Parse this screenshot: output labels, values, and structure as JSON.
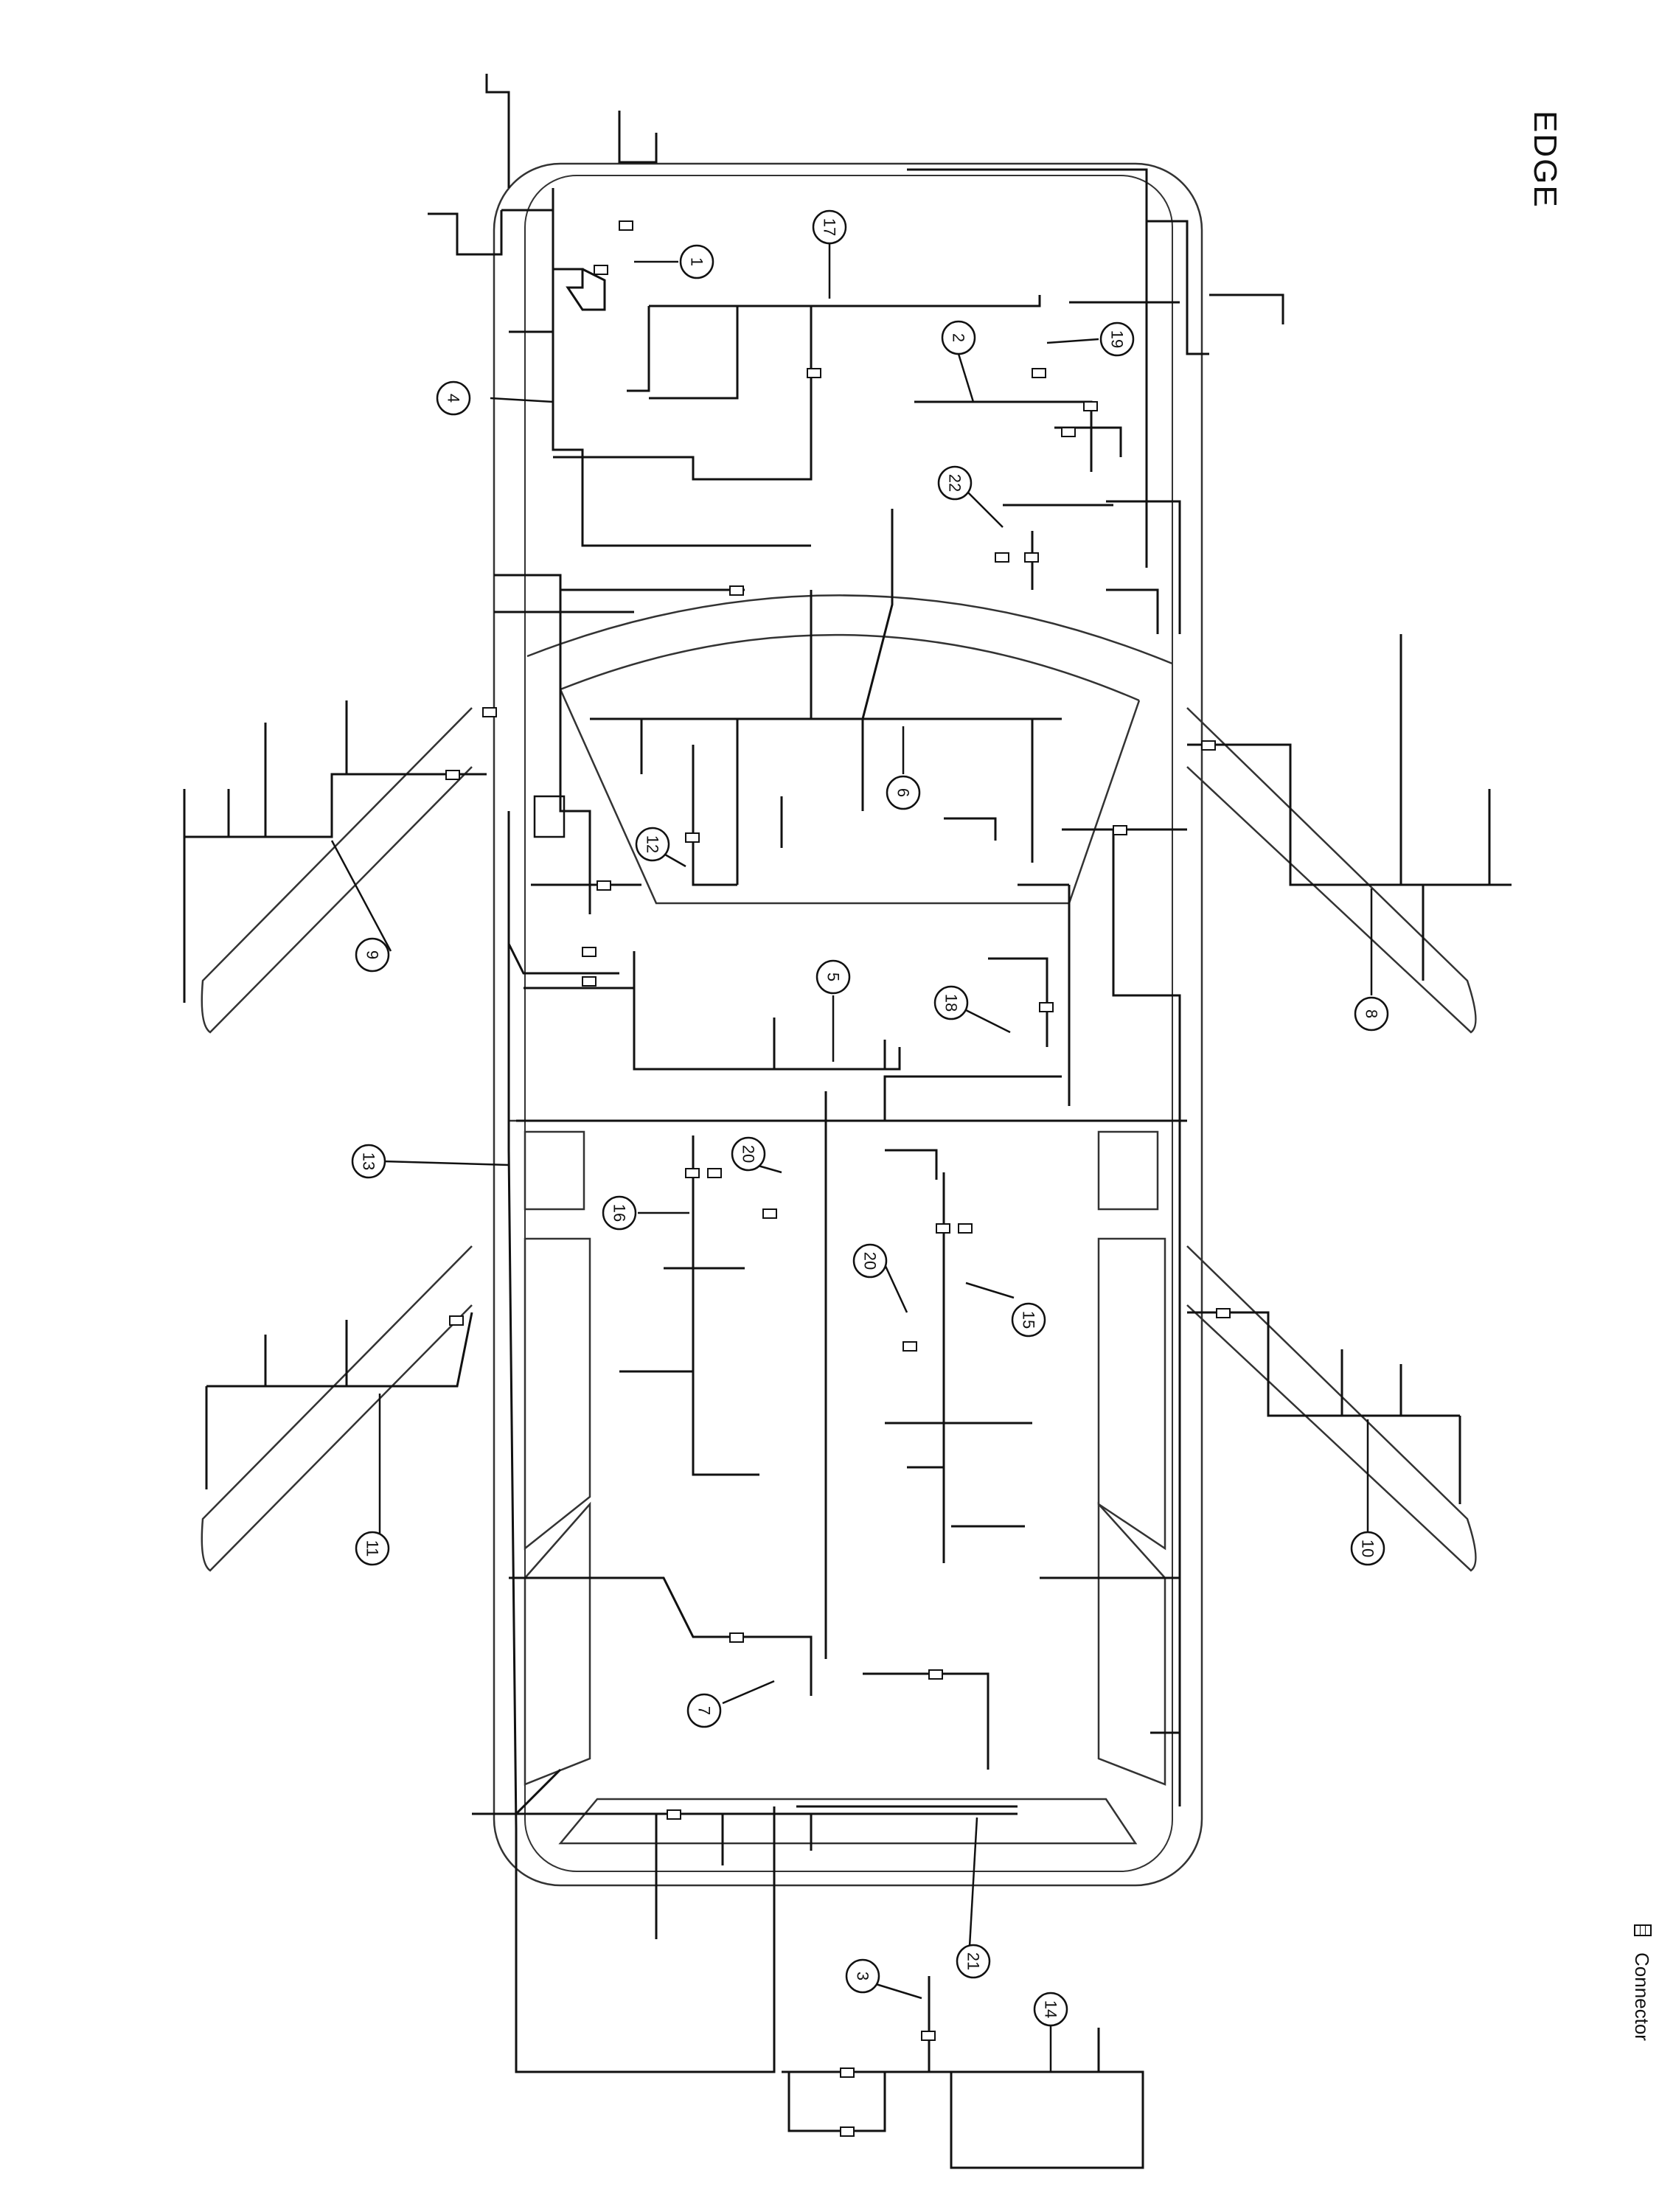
{
  "title": "EDGE",
  "legend": {
    "icon": "connector-icon",
    "label": "Connector"
  },
  "callouts": [
    "1",
    "2",
    "3",
    "4",
    "5",
    "6",
    "7",
    "8",
    "9",
    "10",
    "11",
    "12",
    "13",
    "14",
    "15",
    "16",
    "17",
    "18",
    "19",
    "20",
    "20",
    "21",
    "22"
  ],
  "colors": {
    "line": "#111111",
    "outline": "#333333",
    "background": "#ffffff"
  }
}
